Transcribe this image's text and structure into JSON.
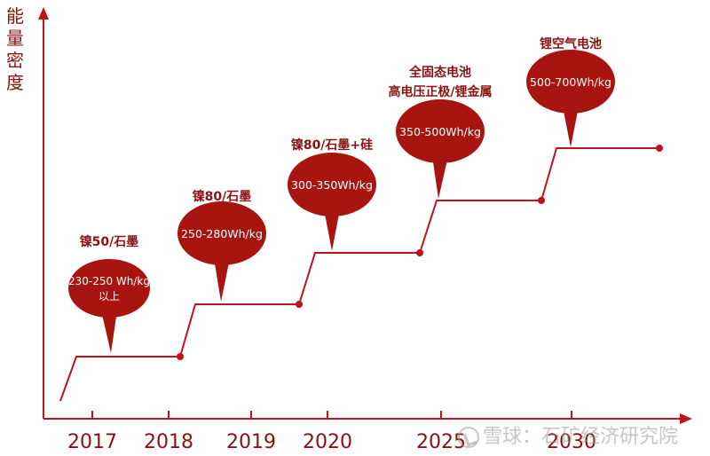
{
  "chart_data": {
    "type": "line",
    "ylabel": "能量密度",
    "xlabel": "",
    "categories": [
      "2017",
      "2018",
      "2019",
      "2020",
      "2025",
      "2030"
    ],
    "steps": [
      {
        "from_year": "2017",
        "to_year": "2018",
        "density": "230-250 Wh/kg以上",
        "chemistry": "镍50/石墨"
      },
      {
        "from_year": "2018",
        "to_year": "2020",
        "density": "250-280Wh/kg",
        "chemistry": "镍80/石墨"
      },
      {
        "from_year": "2020",
        "to_year": "2025",
        "density": "300-350Wh/kg",
        "chemistry": "镍80/石墨+硅"
      },
      {
        "from_year": "2025",
        "to_year": "2030",
        "density": "350-500Wh/kg",
        "chemistry": "全固态电池\n高电压正极/锂金属"
      },
      {
        "from_year": "2030",
        "to_year": "",
        "density": "500-700Wh/kg",
        "chemistry": "锂空气电池"
      }
    ],
    "level_values_wh_per_kg": [
      240,
      265,
      325,
      425,
      600
    ],
    "line_color": "#c0121a",
    "bubble_color": "#a8140f"
  },
  "watermark": {
    "text": "雪球：石矿经济研究院"
  }
}
